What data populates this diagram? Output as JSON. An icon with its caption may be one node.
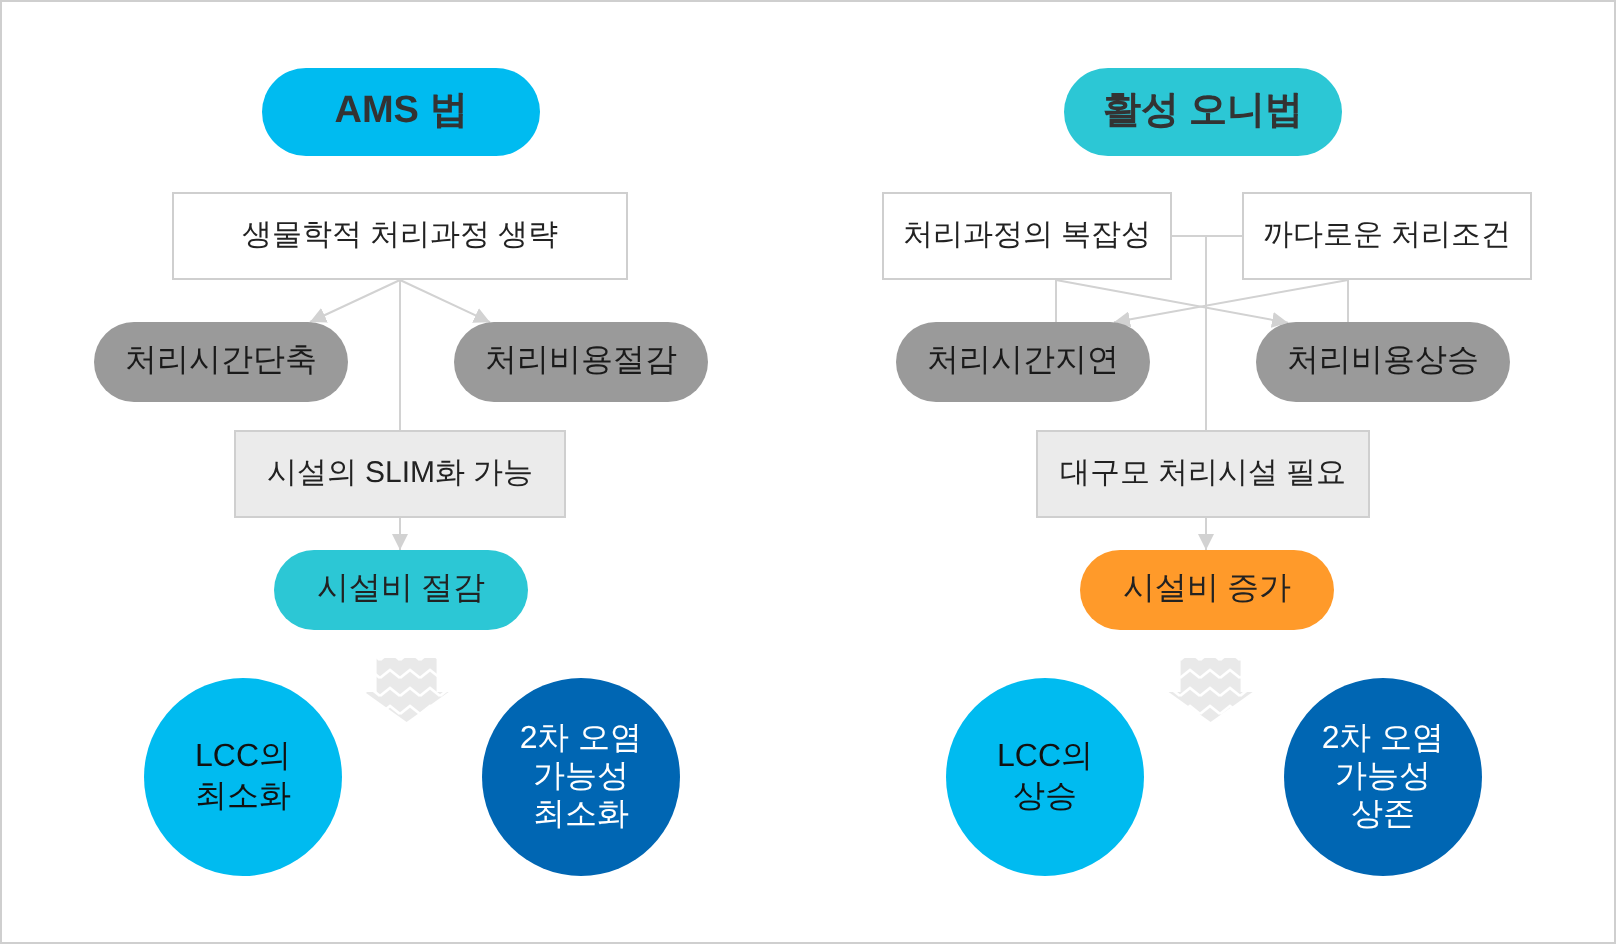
{
  "diagram": {
    "nodes": [
      {
        "text": [
          "AMS 법"
        ]
      },
      {
        "text": [
          "생물학적 처리과정 생략"
        ]
      },
      {
        "text": [
          "처리시간단축"
        ]
      },
      {
        "text": [
          "처리비용절감"
        ]
      },
      {
        "text": [
          "시설의 SLIM화 가능"
        ]
      },
      {
        "text": [
          "시설비 절감"
        ]
      },
      {
        "text": [
          "LCC의 최소화"
        ]
      },
      {
        "text": [
          "2차 오염 가능성 최소화"
        ]
      },
      {
        "text": [
          "활성 오니법"
        ]
      },
      {
        "text": [
          "처리과정의 복잡성"
        ]
      },
      {
        "text": [
          "까다로운 처리조건"
        ]
      },
      {
        "text": [
          "처리시간지연"
        ]
      },
      {
        "text": [
          "처리비용상승"
        ]
      },
      {
        "text": [
          "대구모 처리시설 필요"
        ]
      },
      {
        "text": [
          "시설비 증가"
        ]
      },
      {
        "text": [
          "LCC의 상승"
        ]
      },
      {
        "text": [
          "2차 오염 가능성 상존"
        ]
      }
    ],
    "edges": [
      {
        "from": 1,
        "to": 2,
        "arrow": "to"
      },
      {
        "from": 1,
        "to": 3,
        "arrow": "to"
      },
      {
        "from": 1,
        "to": 4,
        "arrow": "none"
      },
      {
        "from": 4,
        "to": 5,
        "arrow": "to"
      },
      {
        "from": 5,
        "to": 6,
        "arrow": "to",
        "style": "thick"
      },
      {
        "from": 5,
        "to": 7,
        "arrow": "to",
        "style": "thick"
      },
      {
        "from": 9,
        "to": 11,
        "arrow": "none"
      },
      {
        "from": 9,
        "to": 12,
        "arrow": "to"
      },
      {
        "from": 9,
        "to": 13,
        "arrow": "none"
      },
      {
        "from": 10,
        "to": 11,
        "arrow": "to"
      },
      {
        "from": 10,
        "to": 12,
        "arrow": "none"
      },
      {
        "from": 10,
        "to": 13,
        "arrow": "none"
      },
      {
        "from": 13,
        "to": 14,
        "arrow": "to"
      },
      {
        "from": 14,
        "to": 15,
        "arrow": "to",
        "style": "thick"
      },
      {
        "from": 14,
        "to": 16,
        "arrow": "to",
        "style": "thick"
      }
    ]
  }
}
